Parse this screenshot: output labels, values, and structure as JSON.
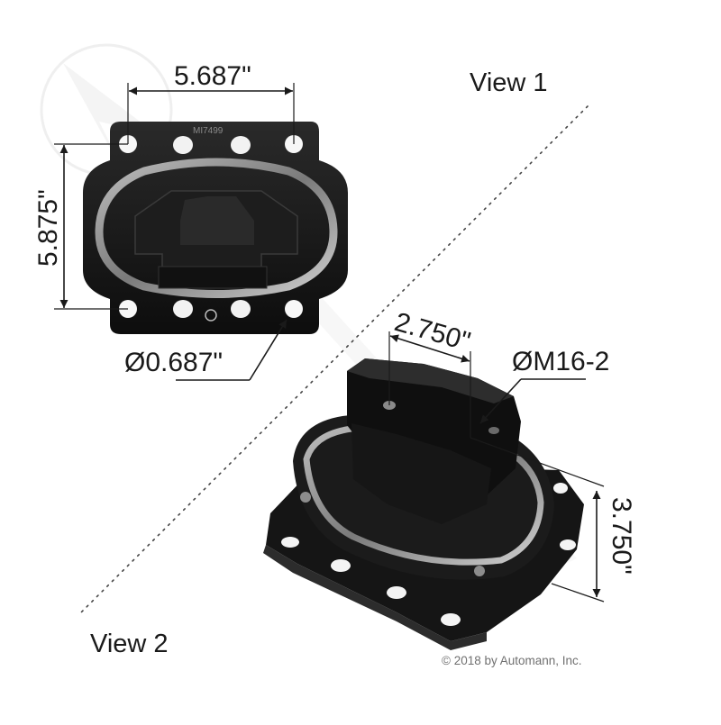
{
  "diagram": {
    "views": {
      "view1_label": "View 1",
      "view2_label": "View 2"
    },
    "dimensions": {
      "width_top": "5.687\"",
      "height_left": "5.875\"",
      "hole_diameter": "Ø0.687\"",
      "stud_spacing": "2.750\"",
      "thread_spec": "ØM16-2",
      "overall_height": "3.750\""
    },
    "part_code": "MI7499",
    "copyright": "© 2018 by Automann, Inc.",
    "colors": {
      "part_body": "#141414",
      "rubber_highlight": "#9a9a9a",
      "dimension_ink": "#1a1a1a",
      "watermark": "#e9e9e9",
      "copyright_text": "#707070"
    }
  }
}
